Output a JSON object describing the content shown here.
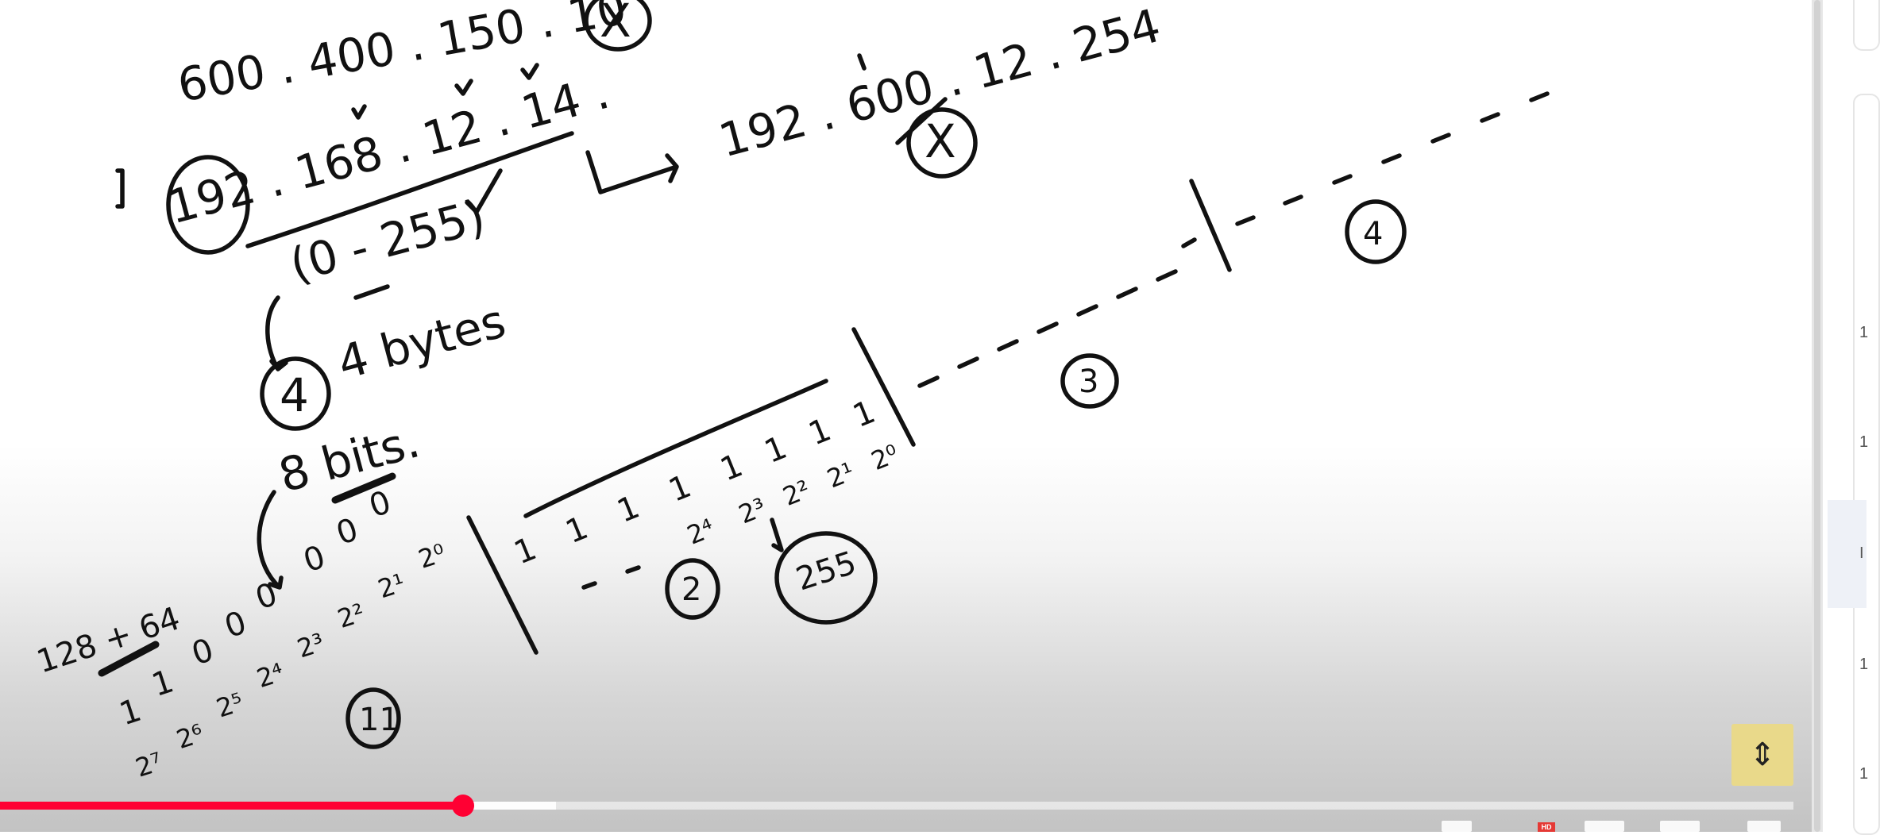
{
  "video": {
    "whiteboard": {
      "ip_invalid_1": "600 . 400 . 150 . 10",
      "ip_invalid_1_mark": "X",
      "ip_example": "192 . 168 . 12 . 14 .",
      "range": "(0 - 255)",
      "bytes_label": "4 bytes",
      "bits_label": "8 bits.",
      "ip_invalid_2": "192 . 600 . 12 . 254",
      "ip_invalid_2_mark": "X",
      "octet_3": "3",
      "octet_4": "4",
      "octet_2": "2",
      "max_value": "255",
      "sum_label": "128 + 64",
      "value_11": "11",
      "bits_octet1": [
        "1",
        "1",
        "0",
        "0",
        "0",
        "0",
        "0",
        "0"
      ],
      "powers_octet1": [
        "2⁷",
        "2⁶",
        "2⁵",
        "2⁴",
        "2³",
        "2²",
        "2¹",
        "2⁰"
      ],
      "bits_octet2": [
        "1",
        "1",
        "1",
        "1",
        "1",
        "1",
        "1",
        "1"
      ],
      "powers_octet2": [
        "2⁴",
        "2³",
        "2²",
        "2¹",
        "2⁰"
      ]
    },
    "progress_fraction": 0.258,
    "buffered_fraction": 0.31,
    "hd_badge": "HD",
    "expand_icon": "expand-collapse-icon"
  },
  "sidebar": {
    "items": [
      {
        "label": "1"
      },
      {
        "label": "1"
      },
      {
        "label": "I"
      },
      {
        "label": "1"
      },
      {
        "label": "1"
      }
    ]
  }
}
